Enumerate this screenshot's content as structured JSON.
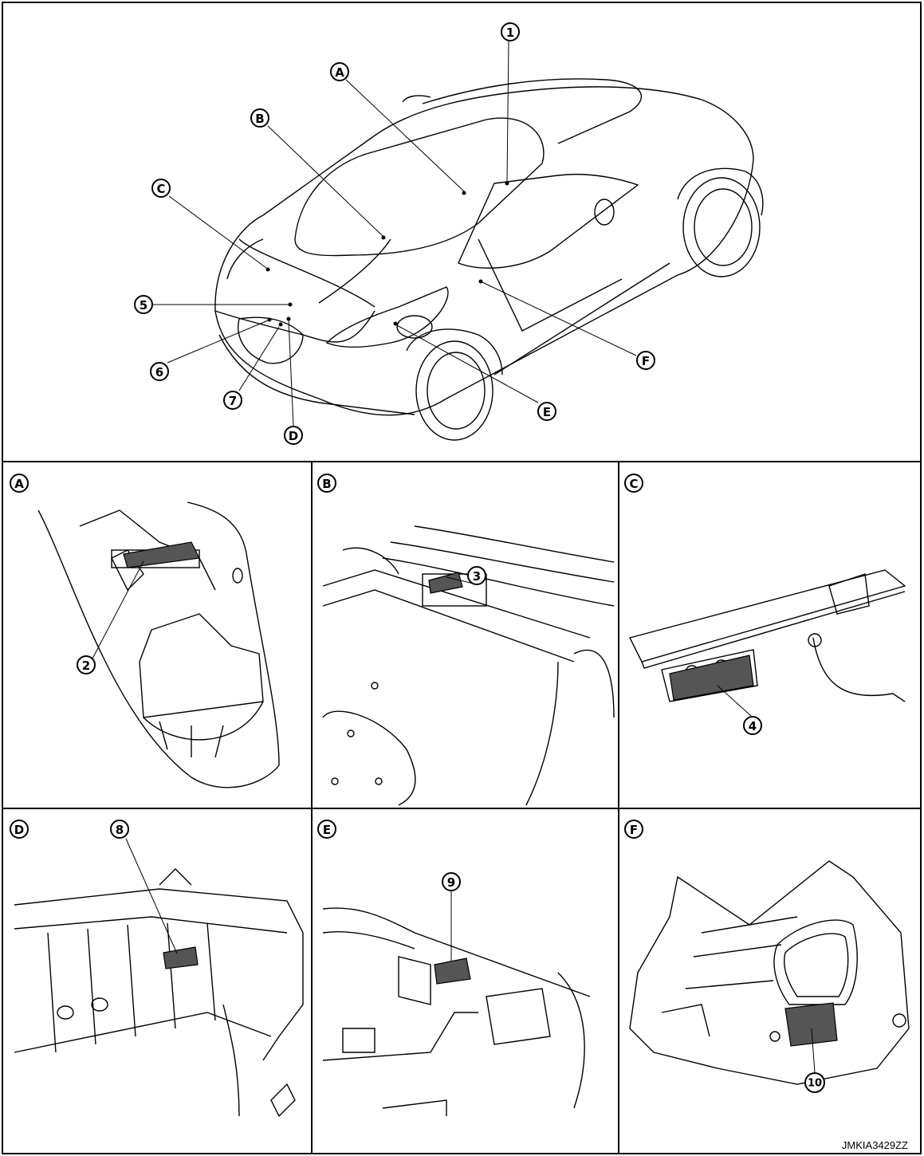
{
  "main_view": {
    "callouts": {
      "n1": "1",
      "nA": "A",
      "nB": "B",
      "nC": "C",
      "n5": "5",
      "n6": "6",
      "n7": "7",
      "nD": "D",
      "nE": "E",
      "nF": "F"
    }
  },
  "panels": [
    {
      "label": "A",
      "parts": [
        "2"
      ]
    },
    {
      "label": "B",
      "parts": [
        "3"
      ]
    },
    {
      "label": "C",
      "parts": [
        "4"
      ]
    },
    {
      "label": "D",
      "parts": [
        "8"
      ]
    },
    {
      "label": "E",
      "parts": [
        "9"
      ]
    },
    {
      "label": "F",
      "parts": [
        "10"
      ]
    }
  ],
  "figure_code": "JMKIA3429ZZ"
}
